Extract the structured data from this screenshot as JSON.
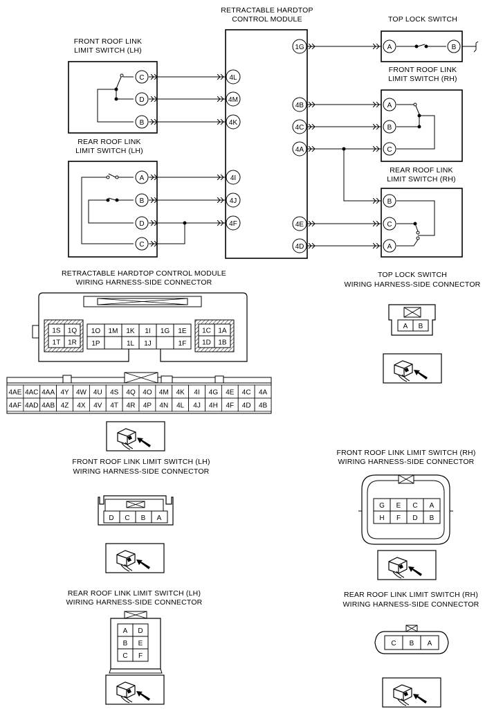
{
  "titles": {
    "module": [
      "RETRACTABLE HARDTOP",
      "CONTROL MODULE"
    ],
    "top_lock": [
      "TOP LOCK SWITCH"
    ],
    "front_lh": [
      "FRONT ROOF LINK",
      "LIMIT SWITCH (LH)"
    ],
    "front_rh": [
      "FRONT ROOF LINK",
      "LIMIT SWITCH (RH)"
    ],
    "rear_lh": [
      "REAR ROOF LINK",
      "LIMIT SWITCH (LH)"
    ],
    "rear_rh": [
      "REAR ROOF LINK",
      "LIMIT SWITCH (RH)"
    ],
    "conn_module": [
      "RETRACTABLE HARDTOP CONTROL MODULE",
      "WIRING HARNESS-SIDE CONNECTOR"
    ],
    "conn_top_lock": [
      "TOP LOCK SWITCH",
      "WIRING HARNESS-SIDE CONNECTOR"
    ],
    "conn_front_lh": [
      "FRONT ROOF LINK LIMIT SWITCH (LH)",
      "WIRING HARNESS-SIDE CONNECTOR"
    ],
    "conn_front_rh": [
      "FRONT ROOF LINK LIMIT SWITCH (RH)",
      "WIRING HARNESS-SIDE CONNECTOR"
    ],
    "conn_rear_lh": [
      "REAR ROOF LINK LIMIT SWITCH (LH)",
      "WIRING HARNESS-SIDE CONNECTOR"
    ],
    "conn_rear_rh": [
      "REAR ROOF LINK LIMIT SWITCH (RH)",
      "WIRING HARNESS-SIDE CONNECTOR"
    ]
  },
  "module_pins_left": [
    "4L",
    "4M",
    "4K",
    "4I",
    "4J",
    "4F"
  ],
  "module_pins_right": [
    "1G",
    "4B",
    "4C",
    "4A",
    "4E",
    "4D"
  ],
  "top_lock_pins": [
    "A",
    "B"
  ],
  "front_lh_pins": [
    "C",
    "D",
    "B"
  ],
  "rear_lh_pins": [
    "A",
    "B",
    "D",
    "C"
  ],
  "front_rh_pins": [
    "A",
    "B",
    "C"
  ],
  "rear_rh_pins": [
    "B",
    "C",
    "A"
  ],
  "module_connector_upper": {
    "left_block": [
      [
        "1S",
        "1Q"
      ],
      [
        "1T",
        "1R"
      ]
    ],
    "center_top": [
      "1O",
      "1M",
      "1K",
      "1I",
      "1G",
      "1E"
    ],
    "center_bottom": [
      "1P",
      "",
      "1L",
      "1J",
      "",
      "1F"
    ],
    "right_block": [
      [
        "1C",
        "1A"
      ],
      [
        "1D",
        "1B"
      ]
    ]
  },
  "module_connector_lower": {
    "row1": [
      "4AE",
      "4AC",
      "4AA",
      "4Y",
      "4W",
      "4U",
      "4S",
      "4Q",
      "4O",
      "4M",
      "4K",
      "4I",
      "4G",
      "4E",
      "4C",
      "4A"
    ],
    "row2": [
      "4AF",
      "4AD",
      "4AB",
      "4Z",
      "4X",
      "4V",
      "4T",
      "4R",
      "4P",
      "4N",
      "4L",
      "4J",
      "4H",
      "4F",
      "4D",
      "4B"
    ]
  },
  "top_lock_connector": [
    "A",
    "B"
  ],
  "front_lh_connector": [
    "D",
    "C",
    "B",
    "A"
  ],
  "front_rh_connector": {
    "row1": [
      "G",
      "E",
      "C",
      "A"
    ],
    "row2": [
      "H",
      "F",
      "D",
      "B"
    ]
  },
  "rear_lh_connector": [
    [
      "A",
      "D"
    ],
    [
      "B",
      "E"
    ],
    [
      "C",
      "F"
    ]
  ],
  "rear_rh_connector": [
    "C",
    "B",
    "A"
  ],
  "icons": [
    "connector-view-icon"
  ]
}
